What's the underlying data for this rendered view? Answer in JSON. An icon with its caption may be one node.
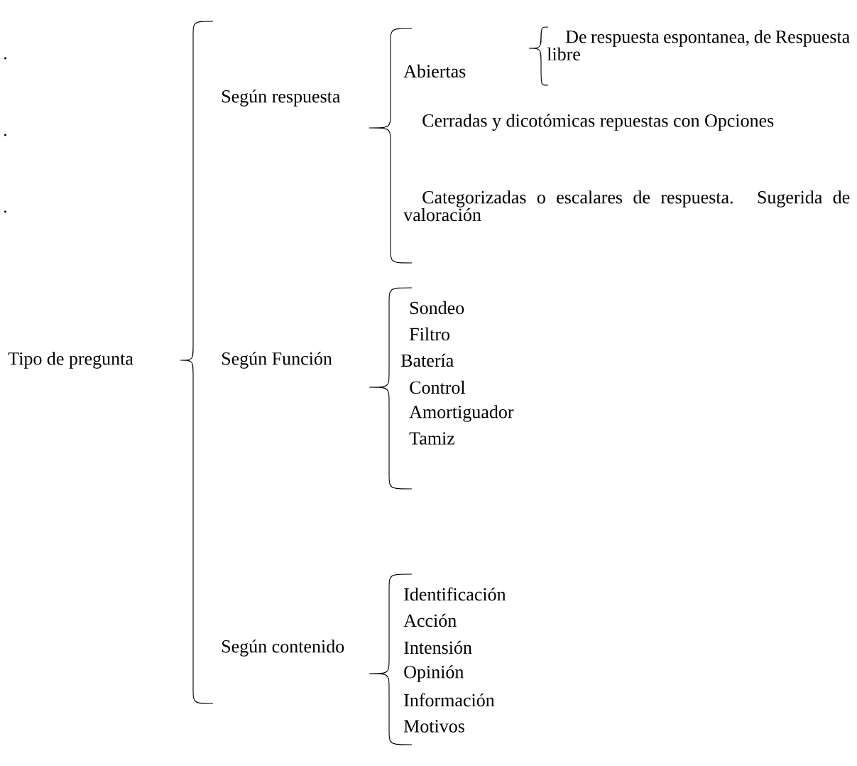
{
  "diagram": {
    "labels": [
      ".",
      "De respuesta espontanea, de Respuesta libre",
      "Abiertas",
      "Según respuesta",
      ".",
      "Cerradas y dicotómicas repuestas con Opciones",
      ".",
      "Categorizadas o escalares de respuesta. Sugerida de valoración",
      "Sondeo",
      "Filtro",
      "Tipo de pregunta",
      "Según Función",
      "Batería",
      "Control",
      "Amortiguador",
      "Tamiz",
      "Identificación",
      "Acción",
      "Según contenido",
      "Intensión",
      "Opinión",
      "Información",
      "Motivos"
    ]
  }
}
